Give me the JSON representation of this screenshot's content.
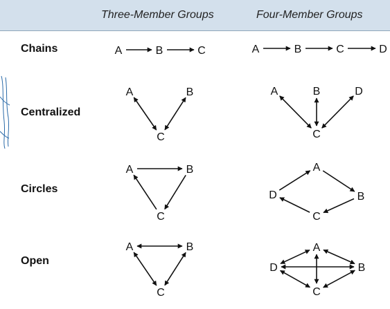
{
  "header": {
    "col_three": "Three-Member Groups",
    "col_four": "Four-Member Groups",
    "band_color": "#d3e0ec"
  },
  "rows": [
    {
      "id": "chains",
      "label": "Chains",
      "three": {
        "nodes": [
          "A",
          "B",
          "C"
        ],
        "edges": [
          [
            "A",
            "B",
            "forward"
          ],
          [
            "B",
            "C",
            "forward"
          ]
        ]
      },
      "four": {
        "nodes": [
          "A",
          "B",
          "C",
          "D"
        ],
        "edges": [
          [
            "A",
            "B",
            "forward"
          ],
          [
            "B",
            "C",
            "forward"
          ],
          [
            "C",
            "D",
            "forward"
          ]
        ]
      }
    },
    {
      "id": "centralized",
      "label": "Centralized",
      "three": {
        "nodes": [
          "A",
          "B",
          "C"
        ],
        "edges": [
          [
            "A",
            "C",
            "both"
          ],
          [
            "B",
            "C",
            "both"
          ]
        ]
      },
      "four": {
        "nodes": [
          "A",
          "B",
          "D",
          "C"
        ],
        "edges": [
          [
            "A",
            "C",
            "both"
          ],
          [
            "B",
            "C",
            "both"
          ],
          [
            "D",
            "C",
            "both"
          ]
        ]
      }
    },
    {
      "id": "circles",
      "label": "Circles",
      "three": {
        "nodes": [
          "A",
          "B",
          "C"
        ],
        "edges": [
          [
            "A",
            "B",
            "forward"
          ],
          [
            "B",
            "C",
            "forward"
          ],
          [
            "C",
            "A",
            "forward"
          ]
        ]
      },
      "four": {
        "nodes": [
          "A",
          "D",
          "B",
          "C"
        ],
        "edges": [
          [
            "D",
            "A",
            "forward"
          ],
          [
            "A",
            "B",
            "forward"
          ],
          [
            "B",
            "C",
            "forward"
          ],
          [
            "C",
            "D",
            "forward"
          ]
        ]
      }
    },
    {
      "id": "open",
      "label": "Open",
      "three": {
        "nodes": [
          "A",
          "B",
          "C"
        ],
        "edges": [
          [
            "A",
            "B",
            "both"
          ],
          [
            "B",
            "C",
            "both"
          ],
          [
            "A",
            "C",
            "both"
          ]
        ]
      },
      "four": {
        "nodes": [
          "A",
          "D",
          "B",
          "C"
        ],
        "edges": [
          [
            "A",
            "D",
            "both"
          ],
          [
            "A",
            "B",
            "both"
          ],
          [
            "A",
            "C",
            "both"
          ],
          [
            "D",
            "B",
            "both"
          ],
          [
            "D",
            "C",
            "both"
          ],
          [
            "B",
            "C",
            "both"
          ]
        ]
      }
    }
  ]
}
